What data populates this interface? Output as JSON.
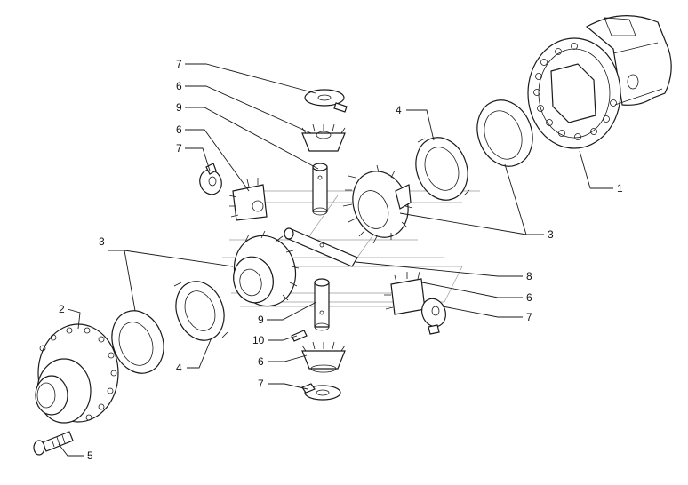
{
  "callouts": {
    "n1": "1",
    "n2": "2",
    "n3a": "3",
    "n3b": "3",
    "n4a": "4",
    "n4b": "4",
    "n5": "5",
    "n6a": "6",
    "n6b": "6",
    "n6c": "6",
    "n6d": "6",
    "n7a": "7",
    "n7b": "7",
    "n7c": "7",
    "n7d": "7",
    "n8": "8",
    "n9a": "9",
    "n9b": "9",
    "n10": "10"
  },
  "colors": {
    "line": "#1a1a1a",
    "background": "#ffffff"
  }
}
